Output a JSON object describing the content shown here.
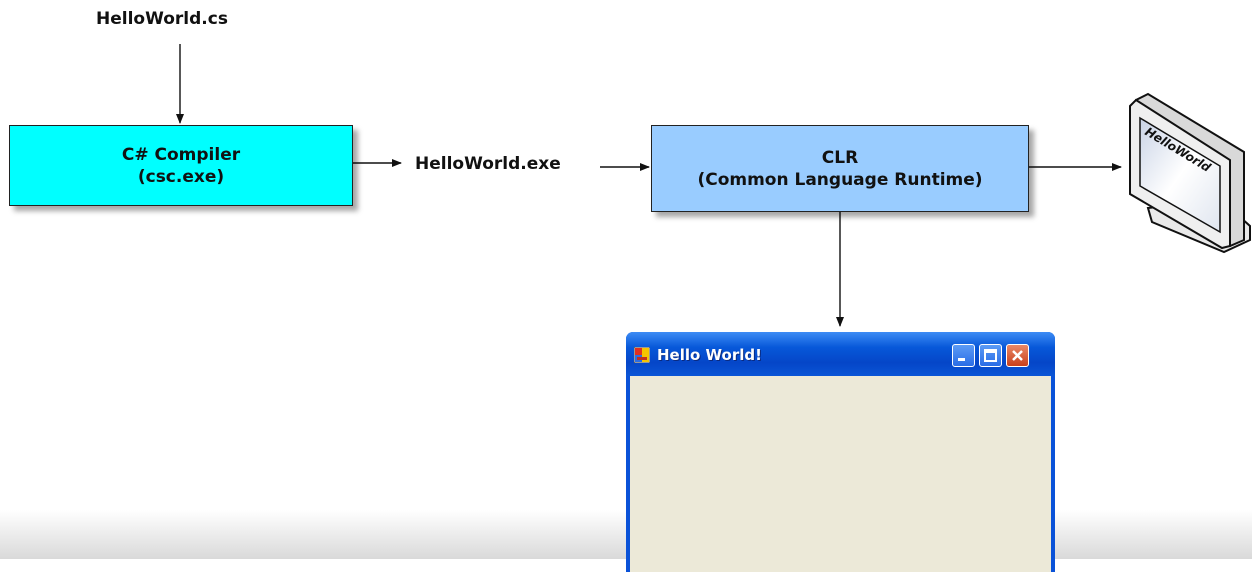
{
  "source_file": "HelloWorld.cs",
  "compiler": {
    "line1": "C# Compiler",
    "line2": "(csc.exe)"
  },
  "output_file": "HelloWorld.exe",
  "clr": {
    "line1": "CLR",
    "line2": "(Common Language Runtime)"
  },
  "monitor": {
    "screen_text": "HelloWorld"
  },
  "window": {
    "title": "Hello World!"
  },
  "colors": {
    "compiler_box": "#00ffff",
    "clr_box": "#99ccff",
    "window_frame": "#0a52d8",
    "window_body": "#ece9d8"
  },
  "icons": [
    "monitor-icon",
    "app-icon",
    "minimize-icon",
    "maximize-icon",
    "close-icon"
  ]
}
